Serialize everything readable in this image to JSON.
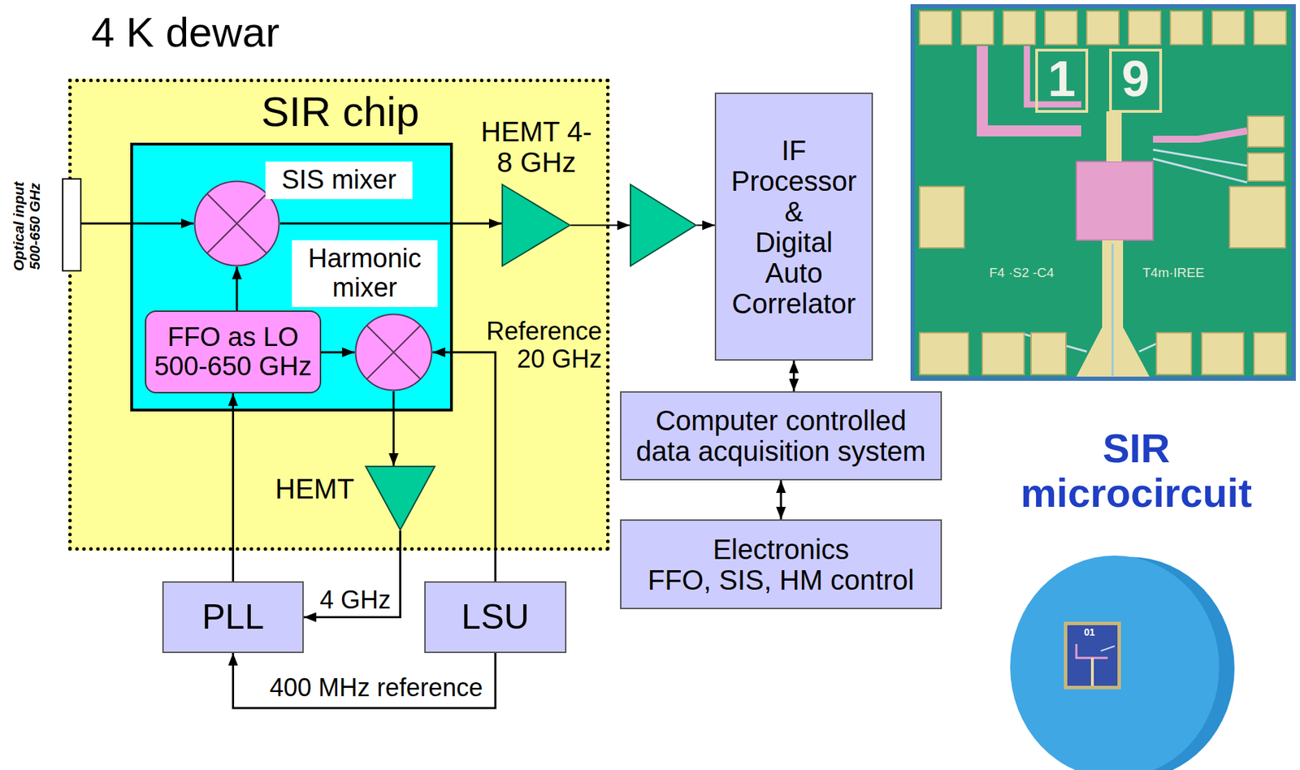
{
  "diagram": {
    "nodes": [
      {
        "text": [
          "4 K dewar"
        ]
      },
      {
        "text": [
          "Optical input 500-650 GHz"
        ]
      },
      {
        "text": [
          "SIR chip"
        ],
        "in": 0
      },
      {
        "text": [
          "SIS mixer"
        ],
        "in": 2
      },
      {
        "text": [
          "Harmonic mixer"
        ],
        "in": 2
      },
      {
        "text": [
          "FFO as LO 500-650 GHz"
        ],
        "in": 2
      },
      {
        "text": [
          "HEMT 4-8 GHz"
        ],
        "in": 0
      },
      {
        "text": []
      },
      {
        "text": [
          "IF Processor & Digital Auto Correlator"
        ]
      },
      {
        "text": [
          "Computer controlled data acquisition system"
        ]
      },
      {
        "text": [
          "Electronics",
          "FFO, SIS, HM control"
        ]
      },
      {
        "text": [
          "HEMT"
        ],
        "in": 0
      },
      {
        "text": [
          "PLL"
        ]
      },
      {
        "text": [
          "LSU"
        ]
      }
    ],
    "edges": [
      {
        "from": 1,
        "to": 3,
        "arrow": "to"
      },
      {
        "from": 5,
        "to": 3,
        "arrow": "to"
      },
      {
        "from": 5,
        "to": 4,
        "arrow": "to"
      },
      {
        "from": 3,
        "to": 6,
        "arrow": "to"
      },
      {
        "from": 6,
        "to": 7,
        "arrow": "to"
      },
      {
        "from": 7,
        "to": 8,
        "arrow": "to"
      },
      {
        "from": 8,
        "to": 9,
        "arrow": "both"
      },
      {
        "from": 9,
        "to": 10,
        "arrow": "both"
      },
      {
        "from": 13,
        "to": 4,
        "label": "Reference 20 GHz",
        "arrow": "to"
      },
      {
        "from": 4,
        "to": 11,
        "arrow": "to"
      },
      {
        "from": 11,
        "to": 12,
        "label": "4 GHz",
        "arrow": "to"
      },
      {
        "from": 12,
        "to": 5,
        "arrow": "to"
      },
      {
        "from": 13,
        "to": 12,
        "label": "400 MHz reference",
        "arrow": "to"
      }
    ],
    "labels": [
      "1",
      "9",
      "F4 ·S2 -C4",
      "T4m·IREE",
      "SIR microcircuit",
      "01"
    ]
  }
}
